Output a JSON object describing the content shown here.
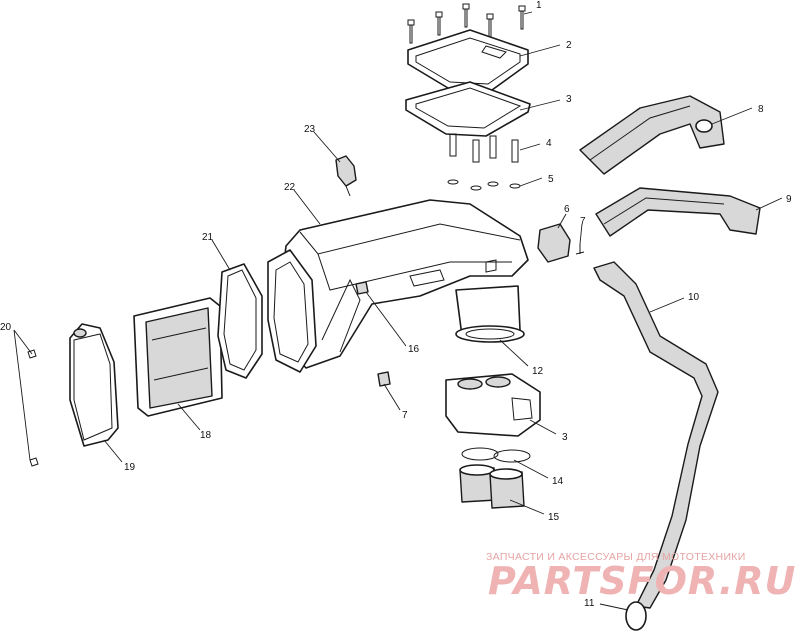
{
  "diagram": {
    "callouts": [
      {
        "id": "c1",
        "text": "1"
      },
      {
        "id": "c2",
        "text": "2"
      },
      {
        "id": "c3",
        "text": "3"
      },
      {
        "id": "c4",
        "text": "4"
      },
      {
        "id": "c5",
        "text": "5"
      },
      {
        "id": "c6",
        "text": "6"
      },
      {
        "id": "c7a",
        "text": "7"
      },
      {
        "id": "c7b",
        "text": "7"
      },
      {
        "id": "c8",
        "text": "8"
      },
      {
        "id": "c9",
        "text": "9"
      },
      {
        "id": "c10",
        "text": "10"
      },
      {
        "id": "c11",
        "text": "11"
      },
      {
        "id": "c12",
        "text": "12"
      },
      {
        "id": "c13",
        "text": "3"
      },
      {
        "id": "c14",
        "text": "14"
      },
      {
        "id": "c15",
        "text": "15"
      },
      {
        "id": "c16",
        "text": "16"
      },
      {
        "id": "c18",
        "text": "18"
      },
      {
        "id": "c19",
        "text": "19"
      },
      {
        "id": "c20",
        "text": "20"
      },
      {
        "id": "c21",
        "text": "21"
      },
      {
        "id": "c22",
        "text": "22"
      },
      {
        "id": "c23",
        "text": "23"
      }
    ]
  },
  "watermark": {
    "tagline": "ЗАПЧАСТИ И АКСЕССУАРЫ ДЛЯ МОТОТЕХНИКИ",
    "brand": "PARTSFOR.RU",
    "color": "#f0b3b3"
  }
}
